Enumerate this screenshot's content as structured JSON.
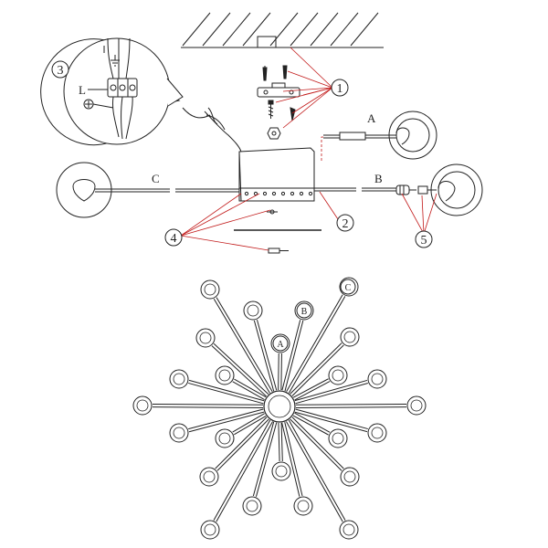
{
  "callouts": {
    "c1": "1",
    "c2": "2",
    "c3": "3",
    "c4": "4",
    "c5": "5"
  },
  "wire_labels": {
    "a": "A",
    "b": "B",
    "c": "C"
  },
  "terminal_labels": {
    "live": "L"
  },
  "bulb_tags": {
    "a": "A",
    "b": "B",
    "c": "C"
  },
  "colors": {
    "line": "#222222",
    "leader": "#c21a1a"
  },
  "icons": {
    "ground": "ground-symbol-icon",
    "neutral": "neutral-symbol-icon"
  }
}
